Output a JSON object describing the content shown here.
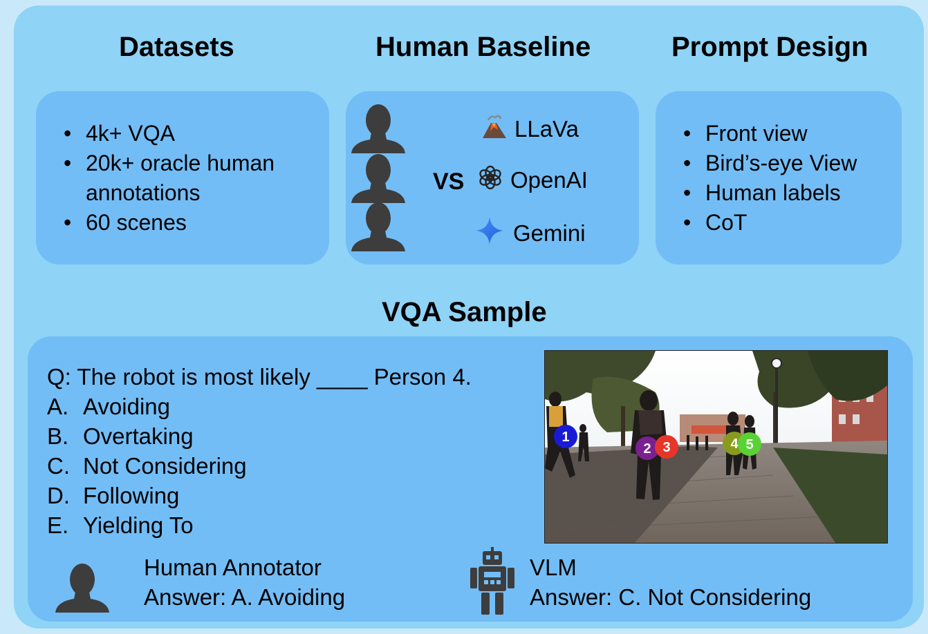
{
  "sections": {
    "datasets": {
      "title": "Datasets",
      "items": [
        "4k+ VQA",
        "20k+ oracle human annotations",
        "60 scenes"
      ]
    },
    "human_baseline": {
      "title": "Human Baseline",
      "vs": "VS",
      "models": [
        {
          "name": "LLaVa",
          "icon": "volcano-icon"
        },
        {
          "name": "OpenAI",
          "icon": "openai-logo-icon"
        },
        {
          "name": "Gemini",
          "icon": "gemini-sparkle-icon"
        }
      ]
    },
    "prompt_design": {
      "title": "Prompt Design",
      "items": [
        "Front view",
        "Bird’s-eye View",
        "Human labels",
        "CoT"
      ]
    }
  },
  "vqa": {
    "title": "VQA Sample",
    "question": "Q: The robot is most likely ____ Person 4.",
    "options": [
      {
        "letter": "A.",
        "text": "Avoiding"
      },
      {
        "letter": "B.",
        "text": "Overtaking"
      },
      {
        "letter": "C.",
        "text": "Not Considering"
      },
      {
        "letter": "D.",
        "text": "Following"
      },
      {
        "letter": "E.",
        "text": "Yielding To"
      }
    ],
    "markers": [
      {
        "label": "1",
        "color": "#1a1ad6"
      },
      {
        "label": "2",
        "color": "#7b2090"
      },
      {
        "label": "3",
        "color": "#e8352a"
      },
      {
        "label": "4",
        "color": "#8a9a1e"
      },
      {
        "label": "5",
        "color": "#5ad235"
      }
    ],
    "human": {
      "role": "Human Annotator",
      "answer": "Answer: A. Avoiding"
    },
    "vlm": {
      "role": "VLM",
      "answer": "Answer: C. Not Considering"
    }
  },
  "colors": {
    "outer_bg": "#8fd3f6",
    "panel_bg": "#73bdf6",
    "person_icon": "#3d3d3d"
  }
}
